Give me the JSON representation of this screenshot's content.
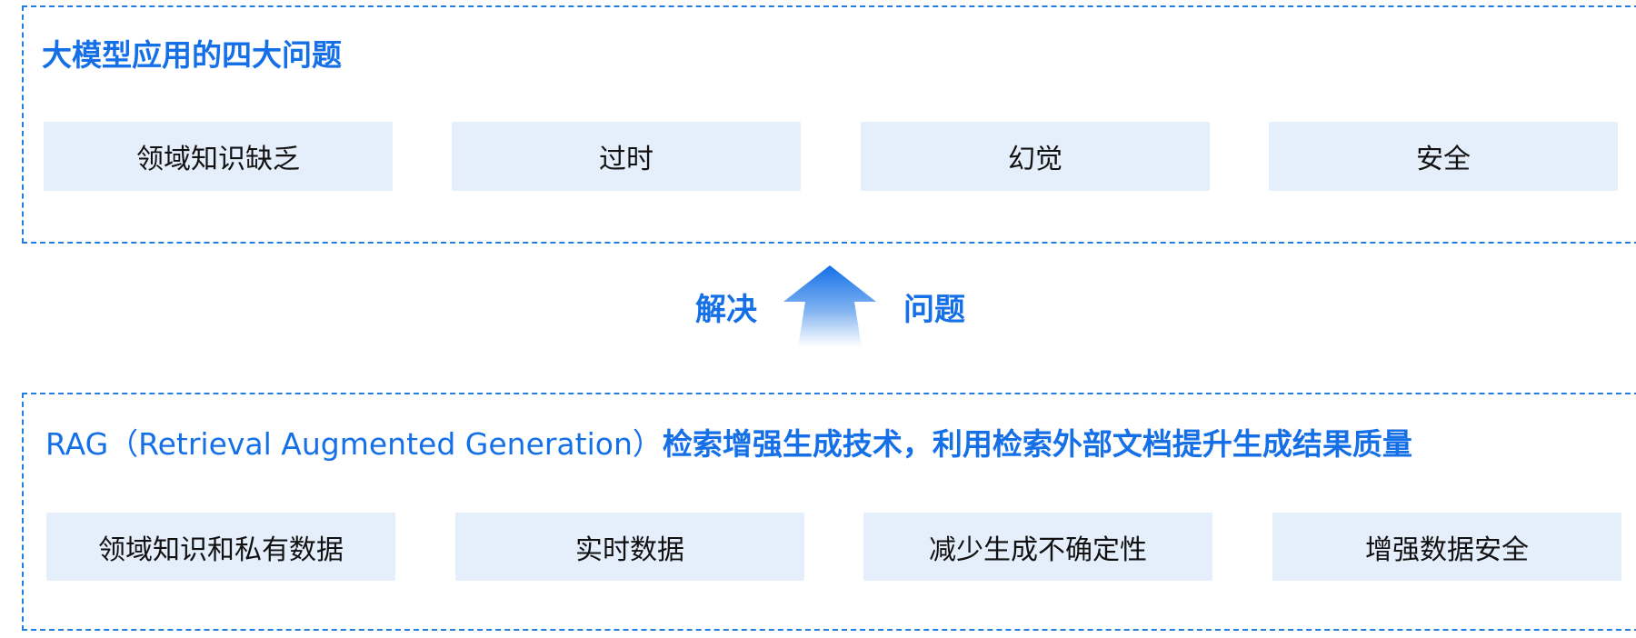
{
  "top_panel": {
    "title": "大模型应用的四大问题",
    "cards": [
      "领域知识缺乏",
      "过时",
      "幻觉",
      "安全"
    ]
  },
  "connector": {
    "left_label": "解决",
    "right_label": "问题",
    "arrow_icon": "up-arrow-icon"
  },
  "bottom_panel": {
    "title_latin": "RAG（Retrieval Augmented Generation）",
    "title_cn": "检索增强生成技术，利用检索外部文档提升生成结果质量",
    "cards": [
      "领域知识和私有数据",
      "实时数据",
      "减少生成不确定性",
      "增强数据安全"
    ]
  },
  "colors": {
    "accent": "#1570e8",
    "dashed_border": "#1f7ee0",
    "card_bg": "#e5eefb",
    "card_text": "#111111"
  }
}
